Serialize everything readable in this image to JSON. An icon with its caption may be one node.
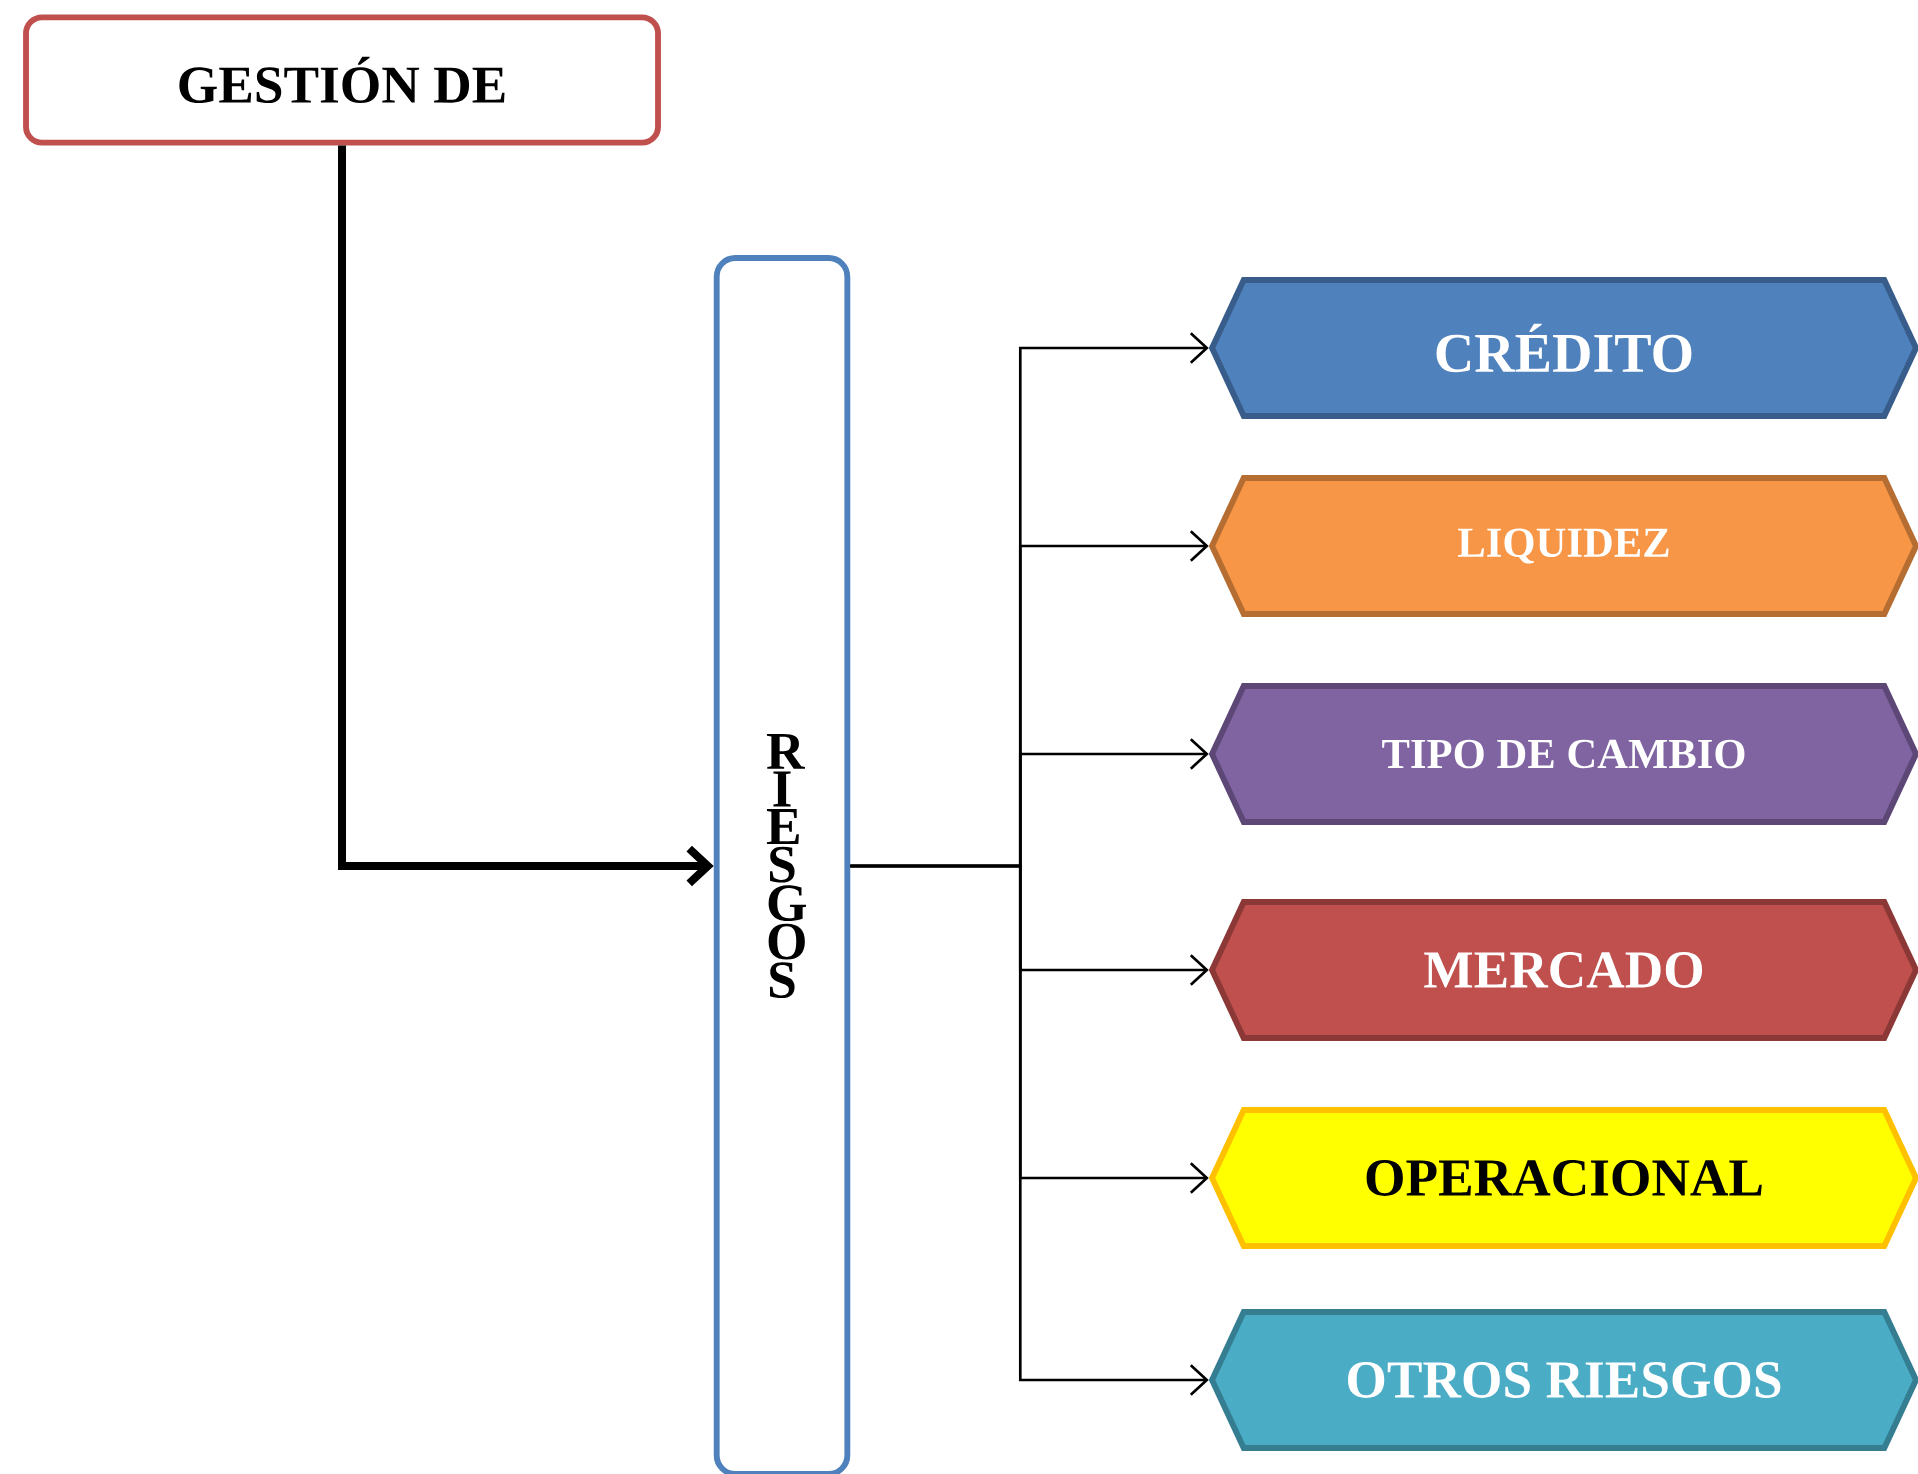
{
  "diagram": {
    "nodes": [
      {
        "text": [
          "GESTIÓN DE"
        ]
      },
      {
        "text": [
          "R I E S G O S"
        ]
      },
      {
        "text": [
          "CRÉDITO"
        ]
      },
      {
        "text": [
          "LIQUIDEZ"
        ]
      },
      {
        "text": [
          "TIPO DE CAMBIO"
        ]
      },
      {
        "text": [
          "MERCADO"
        ]
      },
      {
        "text": [
          "OPERACIONAL"
        ]
      },
      {
        "text": [
          "OTROS RIESGOS"
        ]
      }
    ],
    "edges": [
      {
        "from": 0,
        "to": 1,
        "arrow": "to",
        "style": "thick"
      },
      {
        "from": 1,
        "to": 2,
        "arrow": "to"
      },
      {
        "from": 1,
        "to": 3,
        "arrow": "to"
      },
      {
        "from": 1,
        "to": 4,
        "arrow": "to"
      },
      {
        "from": 1,
        "to": 5,
        "arrow": "to"
      },
      {
        "from": 1,
        "to": 6,
        "arrow": "to"
      },
      {
        "from": 1,
        "to": 7,
        "arrow": "to"
      }
    ]
  }
}
